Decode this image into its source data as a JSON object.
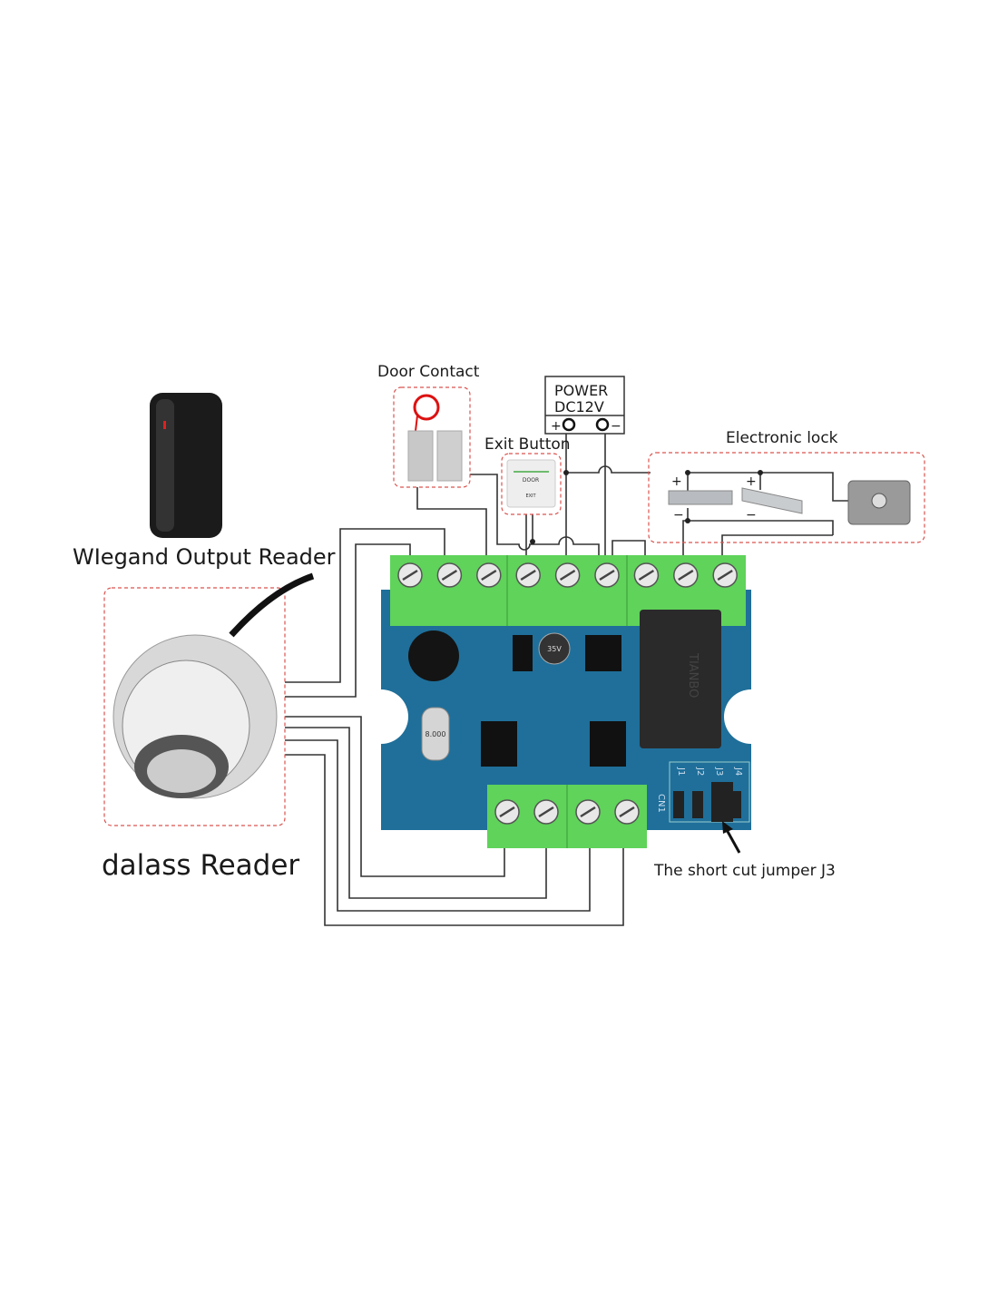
{
  "labels": {
    "door_contact": "Door Contact",
    "power_line1": "POWER",
    "power_line2": "DC12V",
    "power_plus": "+",
    "power_minus": "−",
    "exit_button": "Exit Button",
    "electronic_lock": "Electronic lock",
    "wiegand_reader": "WIegand Output Reader",
    "dallas_reader": "dalass Reader",
    "jumper_note": "The short cut jumper J3",
    "lock_plus": "+",
    "lock_minus": "−"
  },
  "board": {
    "jumpers": [
      "J1",
      "J2",
      "J3",
      "J4"
    ],
    "connector": "CN1",
    "relay_brand": "TIANBO",
    "capacitor": "35V",
    "crystal": "8.000"
  },
  "exit_button_face": {
    "top": "DOOR",
    "bottom": "EXIT"
  },
  "colors": {
    "pcb": "#1f6f9a",
    "terminal": "#5fd35a",
    "dashed_box": "#d9534f",
    "wire": "#333333"
  }
}
